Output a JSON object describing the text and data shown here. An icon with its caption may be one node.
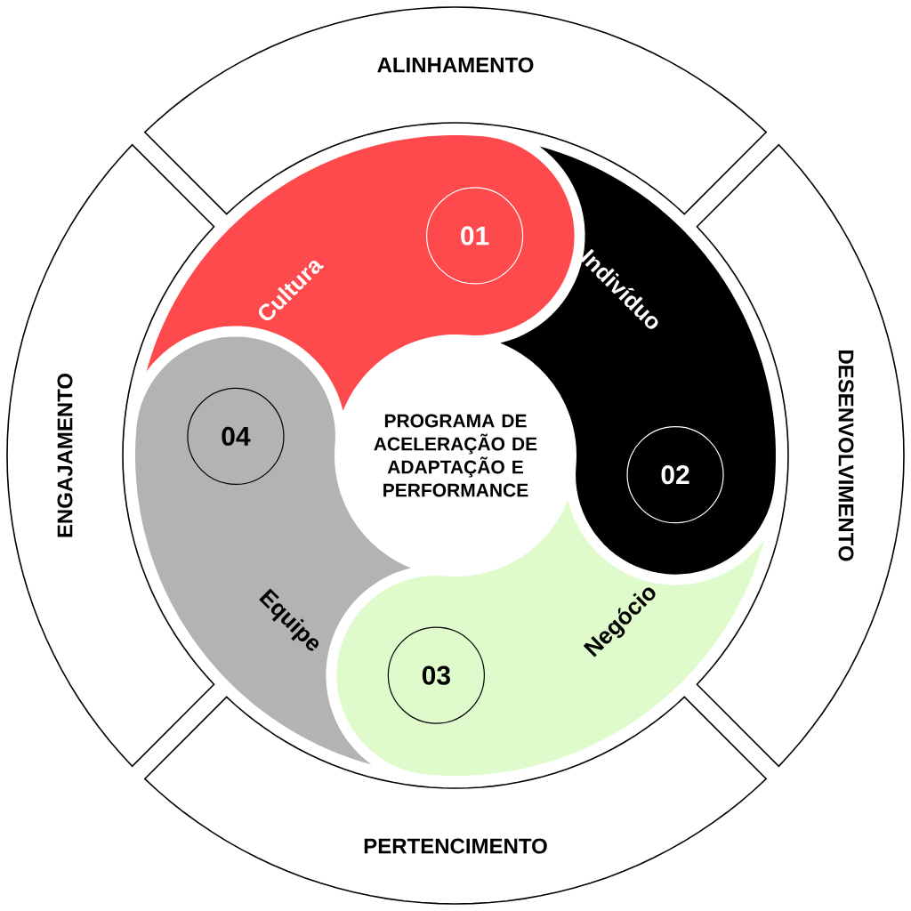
{
  "diagram": {
    "nodes": [
      {
        "text": [
          "ALINHAMENTO"
        ]
      },
      {
        "text": [
          "DESENVOLVIMENTO"
        ]
      },
      {
        "text": [
          "PERTENCIMENTO"
        ]
      },
      {
        "text": [
          "ENGAJAMENTO"
        ]
      },
      {
        "text": [
          "Cultura"
        ]
      },
      {
        "text": [
          "01"
        ],
        "in": 4
      },
      {
        "text": [
          "Indivíduo"
        ]
      },
      {
        "text": [
          "02"
        ],
        "in": 6
      },
      {
        "text": [
          "Negócio"
        ]
      },
      {
        "text": [
          "03"
        ],
        "in": 8
      },
      {
        "text": [
          "Equipe"
        ]
      },
      {
        "text": [
          "04"
        ],
        "in": 10
      },
      {
        "text": [
          "PROGRAMA DE ACELERAÇÃO DE ADAPTAÇÃO E PERFORMANCE"
        ]
      }
    ],
    "edges": []
  }
}
